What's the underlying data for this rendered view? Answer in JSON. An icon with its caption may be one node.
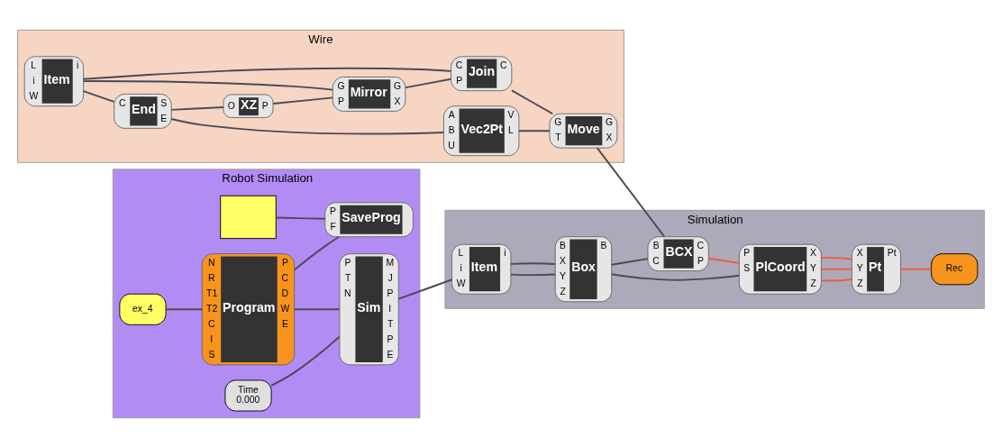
{
  "diagram": {
    "nodes": [
      {
        "text": [
          "Wire"
        ]
      },
      {
        "text": [
          "L",
          "i",
          "W",
          "Item",
          "i"
        ],
        "in": 0
      },
      {
        "text": [
          "C",
          "End",
          "S",
          "E"
        ],
        "in": 0
      },
      {
        "text": [
          "O",
          "XZ",
          "P"
        ],
        "in": 0
      },
      {
        "text": [
          "G",
          "P",
          "Mirror",
          "G",
          "X"
        ],
        "in": 0
      },
      {
        "text": [
          "A",
          "B",
          "U",
          "Vec2Pt",
          "V",
          "L"
        ],
        "in": 0
      },
      {
        "text": [
          "C",
          "P",
          "Join",
          "C"
        ],
        "in": 0
      },
      {
        "text": [
          "G",
          "T",
          "Move",
          "G",
          "X"
        ],
        "in": 0
      },
      {
        "text": [
          "Robot Simulation"
        ]
      },
      {
        "text": [],
        "shape": "box",
        "in": 8
      },
      {
        "text": [
          "ex_4"
        ],
        "in": 8
      },
      {
        "text": [
          "N",
          "R",
          "T1",
          "T2",
          "C",
          "I",
          "S",
          "Program",
          "P",
          "C",
          "D",
          "W",
          "E"
        ],
        "in": 8
      },
      {
        "text": [
          "P",
          "F",
          "SaveProg"
        ],
        "in": 8
      },
      {
        "text": [
          "Time",
          "0.000"
        ],
        "in": 8
      },
      {
        "text": [
          "P",
          "T",
          "N",
          "Sim",
          "M",
          "J",
          "P",
          "I",
          "T",
          "P",
          "E"
        ],
        "in": 8
      },
      {
        "text": [
          "Simulation"
        ]
      },
      {
        "text": [
          "L",
          "i",
          "W",
          "Item",
          "i"
        ],
        "in": 15
      },
      {
        "text": [
          "B",
          "X",
          "Y",
          "Z",
          "Box",
          "B"
        ],
        "in": 15
      },
      {
        "text": [
          "B",
          "C",
          "BCX",
          "C",
          "P"
        ],
        "in": 15
      },
      {
        "text": [
          "P",
          "S",
          "PlCoord",
          "X",
          "Y",
          "Z"
        ],
        "in": 15
      },
      {
        "text": [
          "X",
          "Y",
          "Z",
          "Pt",
          "Pt"
        ],
        "in": 15
      },
      {
        "text": [
          "Rec"
        ],
        "in": 15
      }
    ],
    "edges": [
      {
        "from": 1,
        "to": 6,
        "arrow": "none"
      },
      {
        "from": 1,
        "to": 4,
        "arrow": "none"
      },
      {
        "from": 1,
        "to": 2,
        "arrow": "none"
      },
      {
        "from": 2,
        "to": 3,
        "arrow": "none"
      },
      {
        "from": 3,
        "to": 4,
        "arrow": "none"
      },
      {
        "from": 4,
        "to": 6,
        "arrow": "none"
      },
      {
        "from": 2,
        "to": 5,
        "arrow": "none"
      },
      {
        "from": 6,
        "to": 7,
        "arrow": "none"
      },
      {
        "from": 5,
        "to": 7,
        "arrow": "none"
      },
      {
        "from": 7,
        "to": 18,
        "arrow": "none"
      },
      {
        "from": 9,
        "to": 12,
        "arrow": "none"
      },
      {
        "from": 10,
        "to": 11,
        "arrow": "none"
      },
      {
        "from": 11,
        "to": 12,
        "arrow": "none"
      },
      {
        "from": 11,
        "to": 14,
        "arrow": "none"
      },
      {
        "from": 13,
        "to": 14,
        "arrow": "none"
      },
      {
        "from": 14,
        "to": 16,
        "arrow": "none"
      },
      {
        "from": 16,
        "to": 17,
        "arrow": "none"
      },
      {
        "from": 16,
        "to": 17,
        "arrow": "none"
      },
      {
        "from": 17,
        "to": 18,
        "arrow": "none"
      },
      {
        "from": 17,
        "to": 19,
        "arrow": "none"
      },
      {
        "from": 18,
        "to": 19,
        "arrow": "none",
        "color": "#e8603c"
      },
      {
        "from": 19,
        "to": 20,
        "arrow": "none",
        "color": "#e8603c"
      },
      {
        "from": 19,
        "to": 20,
        "arrow": "none",
        "color": "#e8603c"
      },
      {
        "from": 19,
        "to": 20,
        "arrow": "none",
        "color": "#e8603c"
      },
      {
        "from": 20,
        "to": 21,
        "arrow": "none",
        "color": "#e8603c"
      }
    ]
  }
}
